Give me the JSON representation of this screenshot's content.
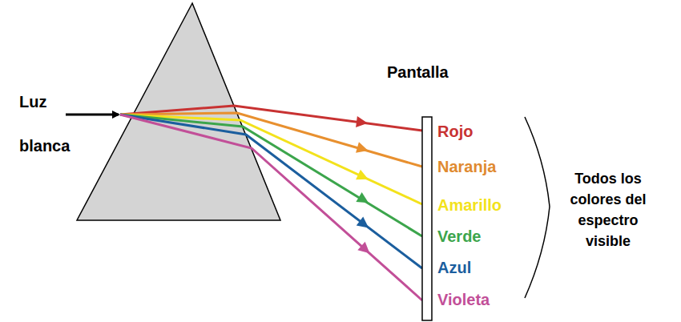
{
  "diagram": {
    "labels": [
      "Luz blanca",
      "Pantalla",
      "Rojo",
      "Naranja",
      "Amarillo",
      "Verde",
      "Azul",
      "Violeta",
      "Todos los colores del espectro visible"
    ]
  }
}
